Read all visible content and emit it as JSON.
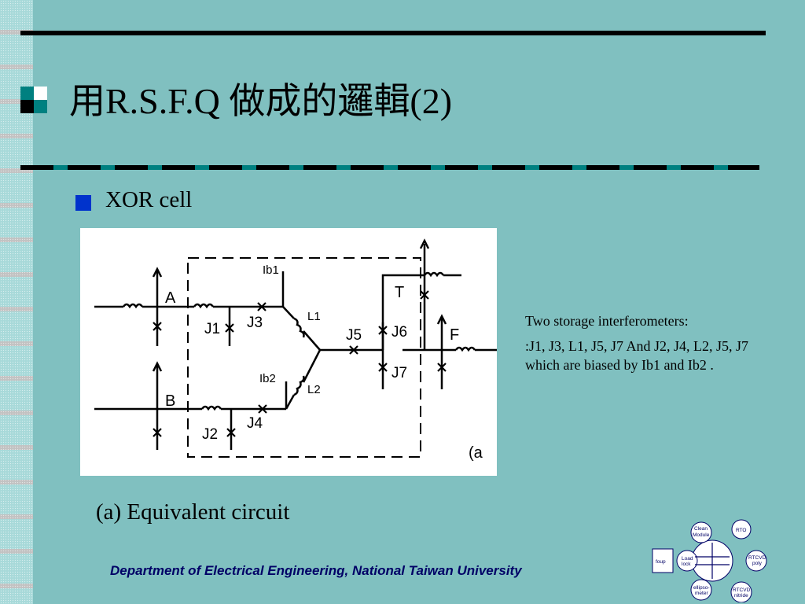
{
  "slide": {
    "title": "用R.S.F.Q 做成的邏輯(2)",
    "bullet": "XOR cell",
    "caption": "(a) Equivalent circuit",
    "footer": "Department of Electrical Engineering, National Taiwan University"
  },
  "note": {
    "line1": "Two storage interferometers:",
    "line2": ":J1, J3, L1, J5, J7 And J2, J4, L2, J5, J7  which are biased by Ib1 and Ib2 ."
  },
  "circuit": {
    "labels": {
      "A": "A",
      "B": "B",
      "T": "T",
      "F": "F",
      "J1": "J1",
      "J2": "J2",
      "J3": "J3",
      "J4": "J4",
      "J5": "J5",
      "J6": "J6",
      "J7": "J7",
      "L1": "L1",
      "L2": "L2",
      "Ib1": "Ib1",
      "Ib2": "Ib2",
      "panel": "(a"
    }
  },
  "logo": {
    "clean": "Clean",
    "module": "Module",
    "rto": "RTO",
    "foup": "foup",
    "load": "Load",
    "lock": "lock",
    "rtcvd": "RTCVD",
    "poly": "poly",
    "ellipso": "ellipso-",
    "meter": "meter",
    "nitride": "nitride"
  },
  "colors": {
    "background": "#80c0c0",
    "bullet": "#0033cc",
    "footer": "#000066"
  }
}
